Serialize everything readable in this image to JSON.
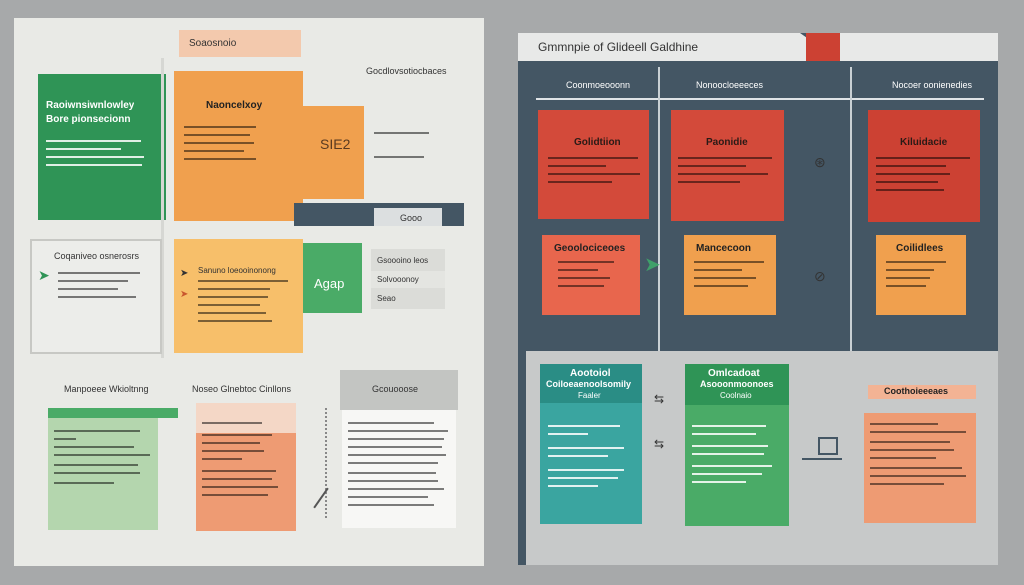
{
  "left_sheet": {
    "tab_label": "Soaosnoio",
    "header_right": "Gocdlovsotiocbaces",
    "green_card": {
      "title": "Raoiwnsiwnlowley",
      "subtitle": "Bore pionsecionn"
    },
    "orange_card": {
      "title": "Naoncelxoy"
    },
    "badge": "SIE2",
    "dark_strip_label": "Gooo",
    "outline_card": {
      "title": "Coqaniveo osnerosrs"
    },
    "yellow_card": {
      "title": "Sanuno loeooinonong"
    },
    "agap_label": "Agap",
    "side_rows": [
      "Gsoooino leos",
      "Solvooonoy",
      "Seao"
    ],
    "bottom_labels": [
      "Manpoeee Wkioltnng",
      "Noseo Glnebtoc Cinllons",
      "Gcouooose"
    ]
  },
  "right_sheet": {
    "title": "Gmmnpie of Glideell Galdhine",
    "columns": [
      "Coonmoeooonn",
      "Nonoocloeeeces",
      "Nocoer oonienedies"
    ],
    "red_cards": [
      {
        "title": "Golidtiion"
      },
      {
        "title": "Paonidie"
      },
      {
        "title": "Kiluidacie"
      }
    ],
    "orange_cards": [
      {
        "title": "Geoolociceoes"
      },
      {
        "title": "Mancecoon"
      },
      {
        "title": "Coilidlees"
      }
    ],
    "teal_card": {
      "title": "Aootoiol",
      "subtitle": "Coiloeaenoolsomily",
      "caption": "Faaler"
    },
    "green_card": {
      "title": "Omlcadoat",
      "subtitle": "Asooonmoonoes",
      "caption": "Coolnaio"
    },
    "salmon_card": {
      "title": "Coothoieeeaes"
    }
  },
  "colors": {
    "green": "#2f9456",
    "orange": "#f0a04e",
    "red": "#d34a3a",
    "dark": "#445664",
    "teal": "#2a8d85"
  }
}
